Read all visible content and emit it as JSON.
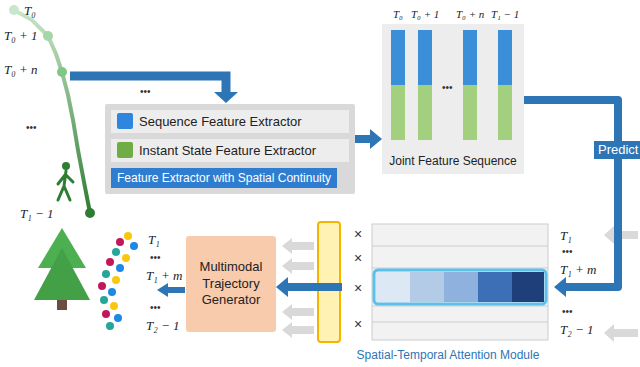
{
  "diagram": {
    "nodes": [
      {
        "text": [
          "Feature Extractor with Spatial Continuity"
        ]
      },
      {
        "text": [
          "Sequence Feature Extractor"
        ],
        "in": 0
      },
      {
        "text": [
          "Instant State Feature Extractor"
        ],
        "in": 0
      },
      {
        "text": [
          "Joint Feature Sequence"
        ]
      },
      {
        "text": [
          "Spatial-Temporal Attention Module"
        ]
      },
      {
        "text": [
          "Multimodal Trajectory Generator"
        ]
      }
    ],
    "edges": [
      {
        "from": 0,
        "to": 3,
        "arrow": "to"
      },
      {
        "from": 3,
        "to": 4,
        "label": "Predict",
        "arrow": "to"
      },
      {
        "from": 4,
        "to": 5,
        "arrow": "to"
      }
    ],
    "labels": [
      "T₀",
      "T₀ + 1",
      "T₀ + n",
      "•••",
      "T₁ − 1",
      "•••",
      "T₀",
      "T₀ + 1",
      "T₀ + n",
      "T₁ − 1",
      "•••",
      "T₁",
      "•••",
      "T₁ + m",
      "•••",
      "T₂ − 1",
      "×",
      "×",
      "×",
      "×",
      "T₁",
      "•••",
      "T₁ + m",
      "•••",
      "T₂ − 1"
    ]
  }
}
